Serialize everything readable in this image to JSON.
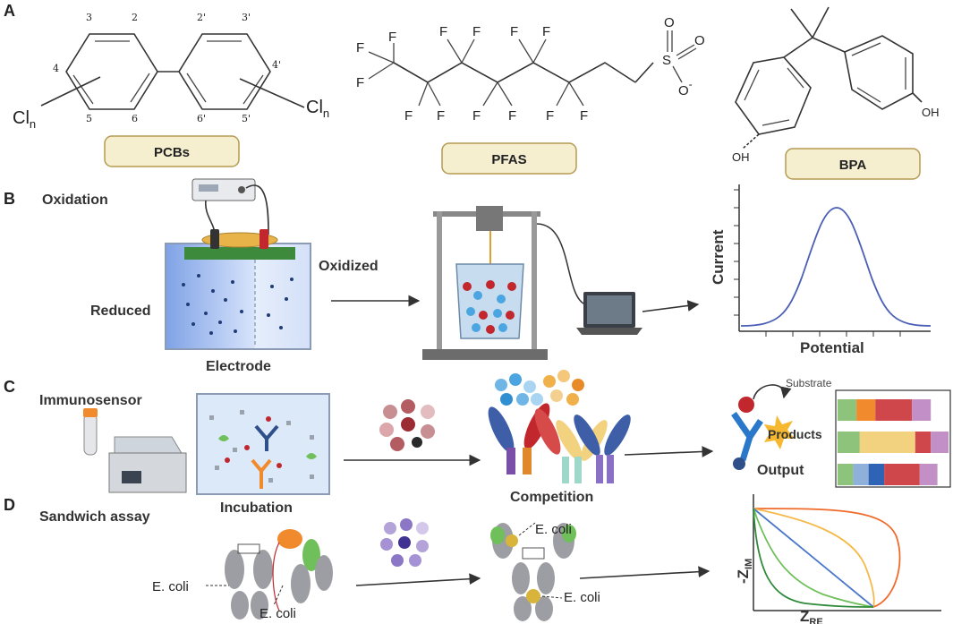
{
  "panels": {
    "a": "A",
    "b": "B",
    "c": "C",
    "d": "D"
  },
  "panel_a": {
    "pcb": {
      "name": "PCBs",
      "positions": [
        "3",
        "2",
        "2'",
        "3'",
        "4",
        "4'",
        "5",
        "6",
        "6'",
        "5'"
      ],
      "substituent": "Cl",
      "subscript": "n"
    },
    "pfas": {
      "name": "PFAS",
      "fluorine": "F",
      "sulfur": "S",
      "oxygen": "O",
      "charge": "-"
    },
    "bpa": {
      "name": "BPA",
      "hydroxyl": "OH"
    }
  },
  "panel_b": {
    "oxidation": "Oxidation",
    "reduced": "Reduced",
    "oxidized": "Oxidized",
    "electrode": "Electrode",
    "plot": {
      "ylabel": "Current",
      "xlabel": "Potential"
    }
  },
  "panel_c": {
    "immunosensor": "Immunosensor",
    "incubation": "Incubation",
    "competition": "Competition",
    "substrate": "Substrate",
    "products": "Products",
    "output": "Output",
    "output_bars": [
      {
        "segments": [
          {
            "color": "#8dc37a",
            "share": 0.17
          },
          {
            "color": "#f08a2c",
            "share": 0.17
          },
          {
            "color": "#d0474b",
            "share": 0.33
          },
          {
            "color": "#c28fc6",
            "share": 0.17
          }
        ]
      },
      {
        "segments": [
          {
            "color": "#8dc37a",
            "share": 0.2
          },
          {
            "color": "#f2d17f",
            "share": 0.5
          },
          {
            "color": "#d0474b",
            "share": 0.14
          },
          {
            "color": "#c28fc6",
            "share": 0.16
          }
        ]
      },
      {
        "segments": [
          {
            "color": "#8dc37a",
            "share": 0.14
          },
          {
            "color": "#8fb0d8",
            "share": 0.14
          },
          {
            "color": "#2f63b6",
            "share": 0.14
          },
          {
            "color": "#d0474b",
            "share": 0.32
          },
          {
            "color": "#c28fc6",
            "share": 0.16
          }
        ]
      }
    ]
  },
  "panel_d": {
    "sandwich": "Sandwich assay",
    "ecoli": "E. coli",
    "plot": {
      "ylabel_main": "-Z",
      "ylabel_sub": "IM",
      "xlabel_main": "Z",
      "xlabel_sub": "RE"
    }
  },
  "colors": {
    "pill_fill": "#f6efcf",
    "pill_stroke": "#b59a52",
    "curve_blue": "#4a5fb5",
    "nyquist": [
      "#f06a2a",
      "#f5b94a",
      "#4b78c9",
      "#6fbf5a",
      "#2f8a3a"
    ]
  }
}
